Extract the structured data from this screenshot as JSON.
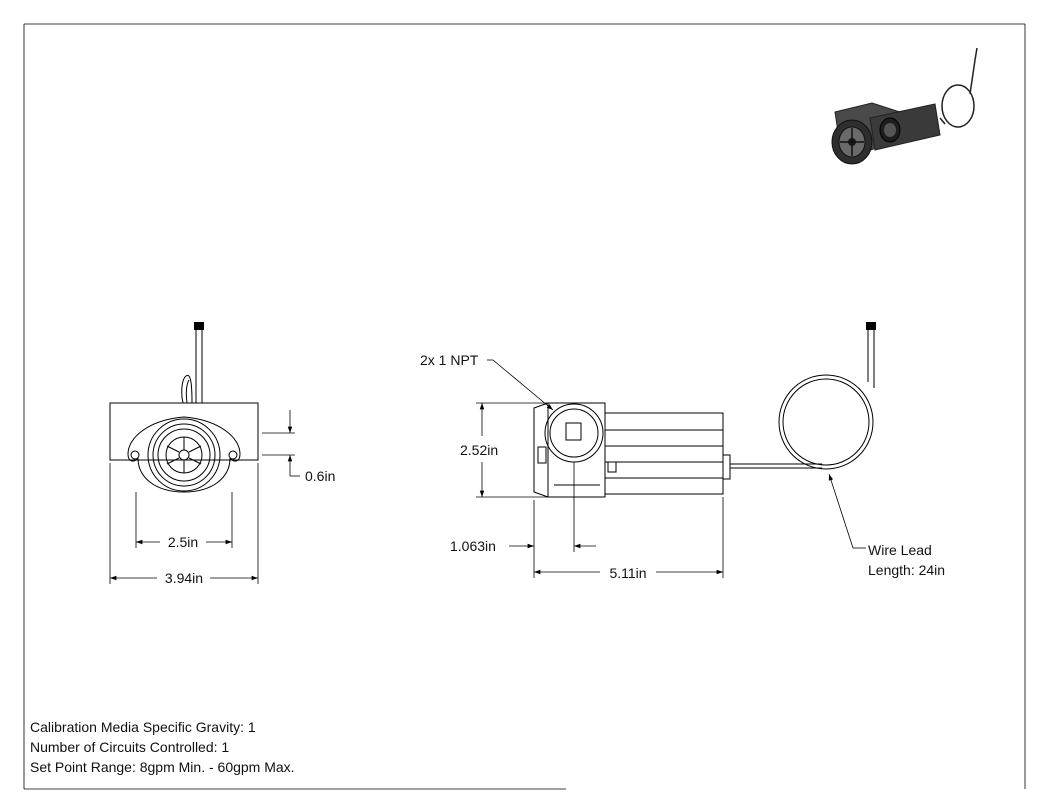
{
  "dimensions": {
    "half_width_offset": "0.6in",
    "bore_diameter": "2.5in",
    "overall_width": "3.94in",
    "port": "2x 1 NPT",
    "height": "2.52in",
    "port_offset": "1.063in",
    "overall_length": "5.11in",
    "wire_lead_line1": "Wire Lead",
    "wire_lead_line2": "Length: 24in"
  },
  "notes": [
    "Calibration Media Specific Gravity: 1",
    "Number of Circuits Controlled: 1",
    "Set Point Range: 8gpm Min. - 60gpm Max."
  ]
}
